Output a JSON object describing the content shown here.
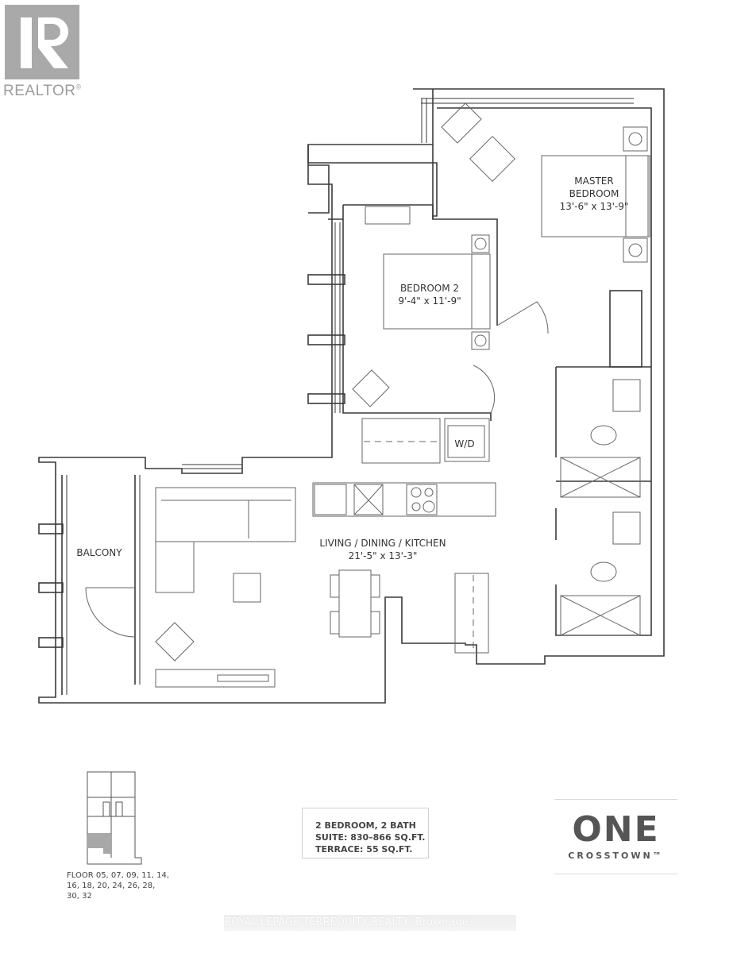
{
  "logo": {
    "text": "REALTOR",
    "mark": "®",
    "color": "#a9a9a9"
  },
  "rooms": {
    "master_bedroom": {
      "name_line1": "MASTER",
      "name_line2": "BEDROOM",
      "dims": "13'-6\" x 13'-9\""
    },
    "bedroom2": {
      "name": "BEDROOM 2",
      "dims": "9'-4\" x 11'-9\""
    },
    "living": {
      "name": "LIVING / DINING / KITCHEN",
      "dims": "21'-5\" x 13'-3\""
    },
    "balcony": {
      "name": "BALCONY"
    },
    "laundry": {
      "name": "W/D"
    }
  },
  "suite_info": {
    "line1": "2 BEDROOM, 2 BATH",
    "line2": "SUITE: 830–866 SQ.FT.",
    "line3": "TERRACE: 55 SQ.FT."
  },
  "brand": {
    "name": "ONE",
    "sub": "CROSSTOWN",
    "tm": "™"
  },
  "key_plan": {
    "floors_label": "FLOOR 05, 07, 09, 11, 14, 16, 18, 20, 24, 26, 28, 30, 32",
    "highlight_color": "#a8a8a8"
  },
  "watermark": "ROYAL LEPAGE TERREQUITY REALTY, Brokerage",
  "colors": {
    "wall": "#3a3a3a",
    "fixture": "#666666",
    "background": "#ffffff"
  }
}
